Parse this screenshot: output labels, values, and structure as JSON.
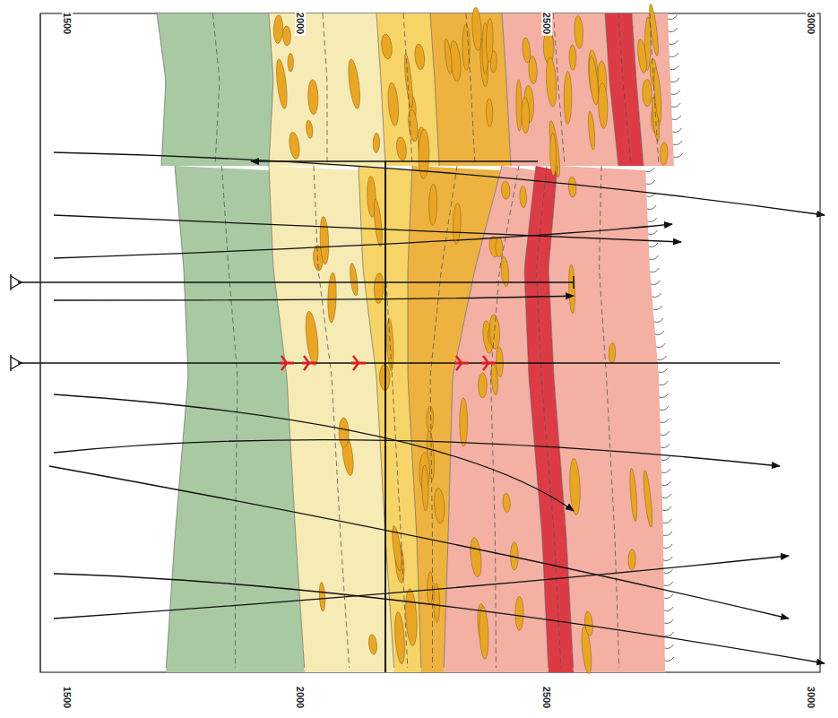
{
  "diagram": {
    "labels": [
      "1500",
      "2000",
      "2500",
      "3000",
      "1500",
      "2000",
      "2500",
      "3000"
    ]
  }
}
